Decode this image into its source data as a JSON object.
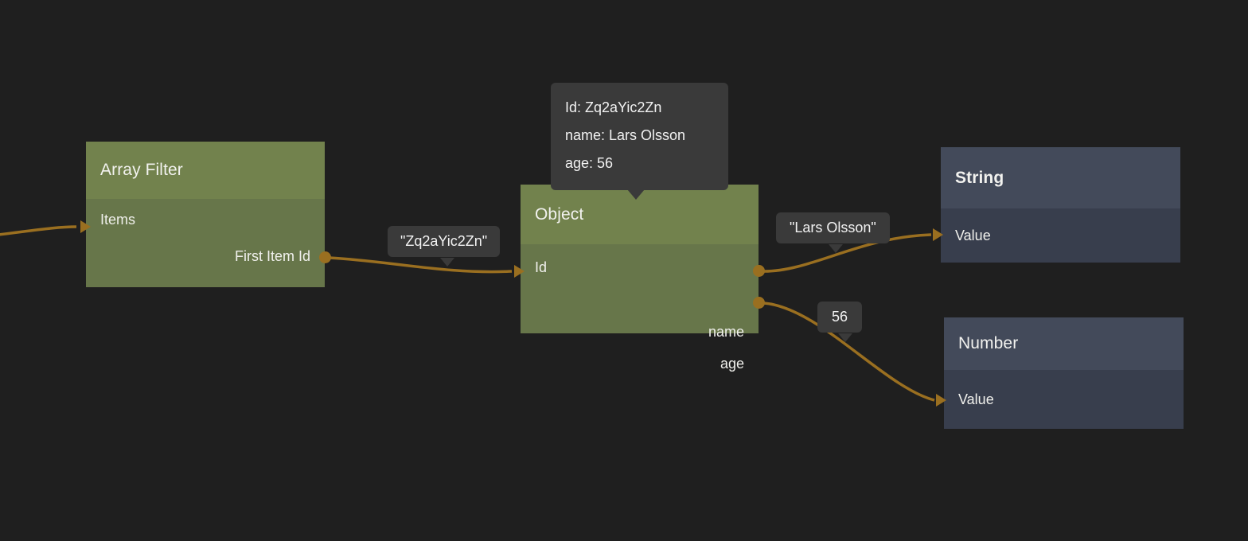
{
  "canvas": {
    "background_color": "#1f1f1f",
    "accent_color": "#9a6f20",
    "node_green_header": "#72824d",
    "node_green_body": "#67764a",
    "node_slate_header": "#434a5a",
    "node_slate_body": "#383e4d",
    "bubble_color": "#3a3a3a"
  },
  "nodes": {
    "array_filter": {
      "title": "Array Filter",
      "inputs": [
        {
          "label": "Items"
        }
      ],
      "outputs": [
        {
          "label": "First Item Id"
        }
      ]
    },
    "object": {
      "title": "Object",
      "inputs": [
        {
          "label": "Id"
        }
      ],
      "outputs": [
        {
          "label": "name"
        },
        {
          "label": "age"
        }
      ]
    },
    "string": {
      "title": "String",
      "inputs": [
        {
          "label": "Value"
        }
      ]
    },
    "number": {
      "title": "Number",
      "inputs": [
        {
          "label": "Value"
        }
      ]
    }
  },
  "tooltip": {
    "lines": [
      "Id: Zq2aYic2Zn",
      "name: Lars Olsson",
      "age: 56"
    ]
  },
  "edge_labels": {
    "first_item_id_to_object_id": "\"Zq2aYic2Zn\"",
    "object_name_to_string_value": "\"Lars Olsson\"",
    "object_age_to_number_value": "56"
  }
}
